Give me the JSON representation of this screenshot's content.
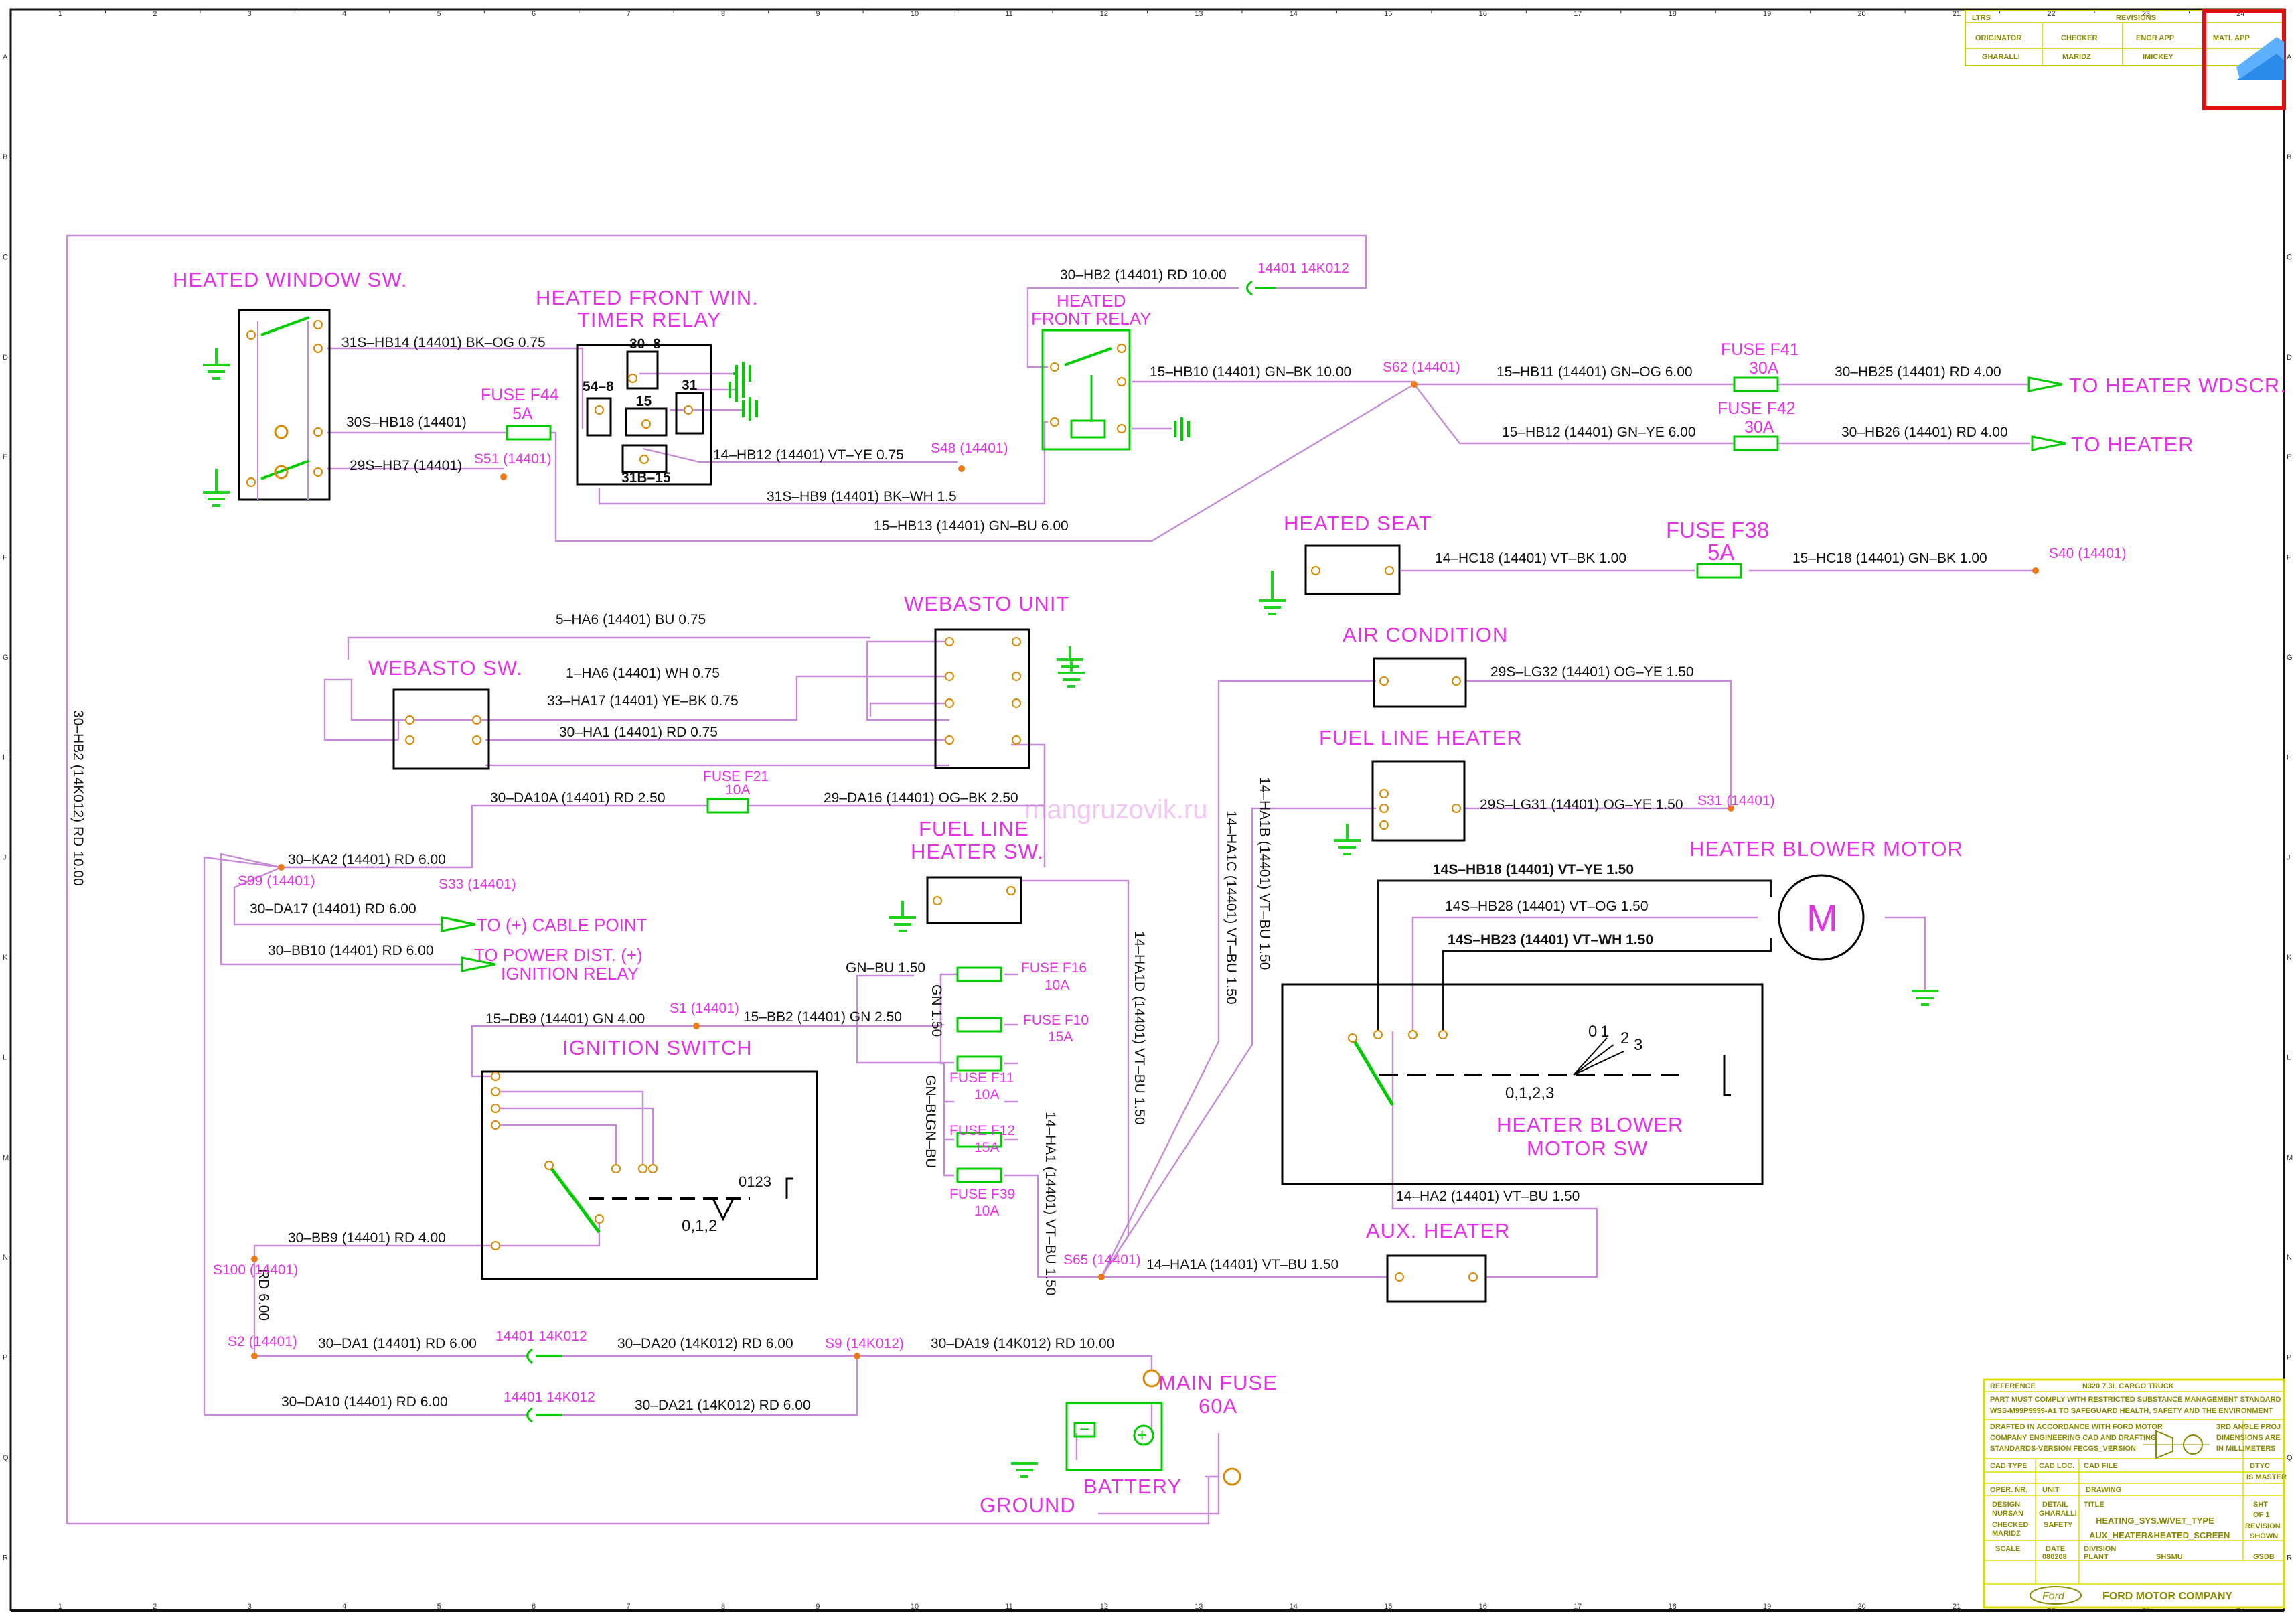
{
  "watermark": "mangruzovik.ru",
  "grid": {
    "cols": [
      "1",
      "2",
      "3",
      "4",
      "5",
      "6",
      "7",
      "8",
      "9",
      "10",
      "11",
      "12",
      "13",
      "14",
      "15",
      "16",
      "17",
      "18",
      "19",
      "20",
      "21",
      "22",
      "23",
      "24"
    ],
    "rows": [
      "A",
      "B",
      "C",
      "D",
      "E",
      "F",
      "G",
      "H",
      "J",
      "K",
      "L",
      "M",
      "N",
      "P",
      "Q",
      "R"
    ]
  },
  "components": {
    "heated_window_sw": "HEATED  WINDOW  SW.",
    "timer_relay_1": "HEATED  FRONT  WIN.",
    "timer_relay_2": "TIMER  RELAY",
    "front_relay_1": "HEATED",
    "front_relay_2": "FRONT  RELAY",
    "heated_seat": "HEATED  SEAT",
    "air_condition": "AIR  CONDITION",
    "fuel_line_heater": "FUEL  LINE  HEATER",
    "webasto_unit": "WEBASTO  UNIT",
    "webasto_sw": "WEBASTO  SW.",
    "fuel_line_heater_sw_1": "FUEL  LINE",
    "fuel_line_heater_sw_2": "HEATER  SW.",
    "ignition_switch": "IGNITION  SWITCH",
    "heater_blower_motor": "HEATER  BLOWER  MOTOR",
    "motor_symbol": "M",
    "heater_blower_motor_sw_1": "HEATER  BLOWER",
    "heater_blower_motor_sw_2": "MOTOR  SW",
    "aux_heater": "AUX.  HEATER",
    "main_fuse_1": "MAIN  FUSE",
    "main_fuse_2": "60A",
    "battery": "BATTERY",
    "ground": "GROUND",
    "to_heater_wdscr": "TO  HEATER  WDSCR.",
    "to_heater": "TO  HEATER",
    "to_cable_point": "TO  (+)  CABLE  POINT",
    "to_power_dist_1": "TO  POWER  DIST.  (+)",
    "to_power_dist_2": "IGNITION  RELAY"
  },
  "fuses": {
    "f44": "FUSE  F44",
    "f44_a": "5A",
    "f41": "FUSE  F41",
    "f41_a": "30A",
    "f42": "FUSE  F42",
    "f42_a": "30A",
    "f38": "FUSE  F38",
    "f38_a": "5A",
    "f21": "FUSE  F21",
    "f21_a": "10A",
    "f16": "FUSE  F16",
    "f16_a": "10A",
    "f10": "FUSE  F10",
    "f10_a": "15A",
    "f11": "FUSE  F11",
    "f11_a": "10A",
    "f12": "FUSE  F12",
    "f12_a": "15A",
    "f39": "FUSE  F39",
    "f39_a": "10A"
  },
  "relay_pins": {
    "p30_8": "30–8",
    "p54_8": "54–8",
    "p15": "15",
    "p31": "31",
    "p31b_15": "31B–15"
  },
  "wires": {
    "w31s_hb14": "31S–HB14  (14401)  BK–OG  0.75",
    "w30s_hb18": "30S–HB18  (14401)",
    "w29s_hb7": "29S–HB7  (14401)",
    "w14_hb12": "14–HB12  (14401)  VT–YE  0.75",
    "w31s_hb9": "31S–HB9  (14401)  BK–WH  1.5",
    "w15_hb13": "15–HB13  (14401)  GN–BU  6.00",
    "w30_hb2": "30–HB2  (14401)  RD  10.00",
    "w15_hb10": "15–HB10  (14401)  GN–BK  10.00",
    "w15_hb11": "15–HB11  (14401)  GN–OG  6.00",
    "w30_hb25": "30–HB25  (14401)  RD  4.00",
    "w15_hb12": "15–HB12  (14401)  GN–YE  6.00",
    "w30_hb26": "30–HB26  (14401)  RD  4.00",
    "w14_hc18": "14–HC18  (14401)  VT–BK  1.00",
    "w15_hc18": "15–HC18  (14401)  GN–BK  1.00",
    "w29s_lg32": "29S–LG32  (14401)  OG–YE  1.50",
    "w29s_lg31": "29S–LG31  (14401)  OG–YE  1.50",
    "w5_ha6": "5–HA6  (14401)  BU  0.75",
    "w1_ha6": "1–HA6  (14401)  WH  0.75",
    "w33_ha17": "33–HA17  (14401)  YE–BK  0.75",
    "w30_ha1": "30–HA1  (14401)  RD  0.75",
    "w30_da10a": "30–DA10A  (14401)  RD  2.50",
    "w29_da16": "29–DA16  (14401)  OG–BK  2.50",
    "w30_ka2": "30–KA2  (14401)  RD  6.00",
    "w30_da17": "30–DA17  (14401)  RD  6.00",
    "w30_bb10": "30–BB10  (14401)  RD  6.00",
    "w15_db9": "15–DB9  (14401)  GN  4.00",
    "w15_bb2": "15–BB2  (14401)  GN  2.50",
    "w_gnbu150": "GN–BU  1.50",
    "w_gn150": "GN  1.50",
    "w_gnbu_v1": "GN–BU",
    "w_gnbu_v2": "GN–BU",
    "w30_bb9": "30–BB9  (14401)  RD  4.00",
    "w_rd600": "RD  6.00",
    "w30_da1": "30–DA1  (14401)  RD  6.00",
    "w30_da20": "30–DA20  (14K012)  RD  6.00",
    "w30_da19": "30–DA19  (14K012)  RD  10.00",
    "w30_da10": "30–DA10  (14401)  RD  6.00",
    "w30_da21": "30–DA21  (14K012)  RD  6.00",
    "w14s_hb18": "14S–HB18  (14401)  VT–YE  1.50",
    "w14s_hb28": "14S–HB28  (14401)  VT–OG  1.50",
    "w14s_hb23": "14S–HB23  (14401)  VT–WH  1.50",
    "w14_ha2": "14–HA2  (14401)  VT–BU  1.50",
    "w14_ha1a": "14–HA1A  (14401)  VT–BU  1.50",
    "w14_ha1d": "14–HA1D  (14401)  VT–BU  1.50",
    "w14_ha1": "14–HA1  (14401)  VT–BU  1.50",
    "w14_ha1c": "14–HA1C  (14401)  VT–BU  1.50",
    "w14_ha1b": "14–HA1B  (14401)  VT–BU  1.50",
    "w30_hb2_main": "30–HB2  (14K012)  RD  10.00"
  },
  "splices": {
    "s51": "S51  (14401)",
    "s48": "S48  (14401)",
    "s62": "S62  (14401)",
    "s40": "S40  (14401)",
    "s31": "S31  (14401)",
    "s99": "S99  (14401)",
    "s33": "S33  (14401)",
    "s1": "S1  (14401)",
    "s65": "S65  (14401)",
    "s100": "S100  (14401)",
    "s2": "S2  (14401)",
    "s9": "S9  (14K012)"
  },
  "connectors": {
    "c1_top": "14401  14K012",
    "c2": "14401  14K012",
    "c3": "14401  14K012"
  },
  "blower_positions": {
    "p0": "0",
    "p1": "1",
    "p2": "2",
    "p3": "3",
    "seq": "0,1,2,3"
  },
  "ign_positions": {
    "seq": "0,1,2",
    "marks": "0123"
  },
  "revisions": {
    "ltrs": "LTRS",
    "revisions": "REVISIONS",
    "originator": "ORIGINATOR",
    "checker": "CHECKER",
    "engr_app": "ENGR APP",
    "matl_app": "MATL APP",
    "orig_name": "GHARALLI",
    "check_name": "MARIDZ",
    "engr_name": "IMICKEY"
  },
  "title_block": {
    "reference": "REFERENCE",
    "model": "N320 7.3L CARGO TRUCK",
    "compliance_1": "PART MUST COMPLY WITH RESTRICTED SUBSTANCE MANAGEMENT STANDARD",
    "compliance_2": "WSS-M99P9999-A1 TO SAFEGUARD HEALTH, SAFETY AND THE ENVIRONMENT",
    "drafted_1": "DRAFTED IN ACCORDANCE WITH FORD MOTOR",
    "drafted_2": "COMPANY ENGINEERING CAD AND DRAFTING",
    "drafted_3": "STANDARDS-VERSION FECGS_VERSION",
    "angle_1": "3RD ANGLE PROJ",
    "angle_2": "DIMENSIONS ARE",
    "angle_3": "IN MILLIMETERS",
    "cad_type": "CAD TYPE",
    "cad_loc": "CAD LOC.",
    "cad_file": "CAD FILE",
    "dtyc": "DTYC",
    "is_master": "IS MASTER",
    "oper_nr": "OPER. NR.",
    "unit": "UNIT",
    "drawing": "DRAWING",
    "design": "DESIGN",
    "design_name": "NURSAN",
    "detail": "DETAIL",
    "detail_name": "GHARALLI",
    "checked": "CHECKED",
    "checked_name": "MARIDZ",
    "safety": "SAFETY",
    "scale": "SCALE",
    "date": "DATE",
    "date_val": "080208",
    "title": "TITLE",
    "title_1": "HEATING_SYS.W/VET_TYPE",
    "title_2": "AUX_HEATER&HEATED_SCREEN",
    "sheet": "SHT",
    "of": "OF  1",
    "revision": "REVISION",
    "shown": "SHOWN",
    "division": "DIVISION",
    "plant": "PLANT",
    "plant_val": "SHSMU",
    "cs": "GSDB",
    "company": "FORD MOTOR COMPANY",
    "logo": "Ford"
  }
}
